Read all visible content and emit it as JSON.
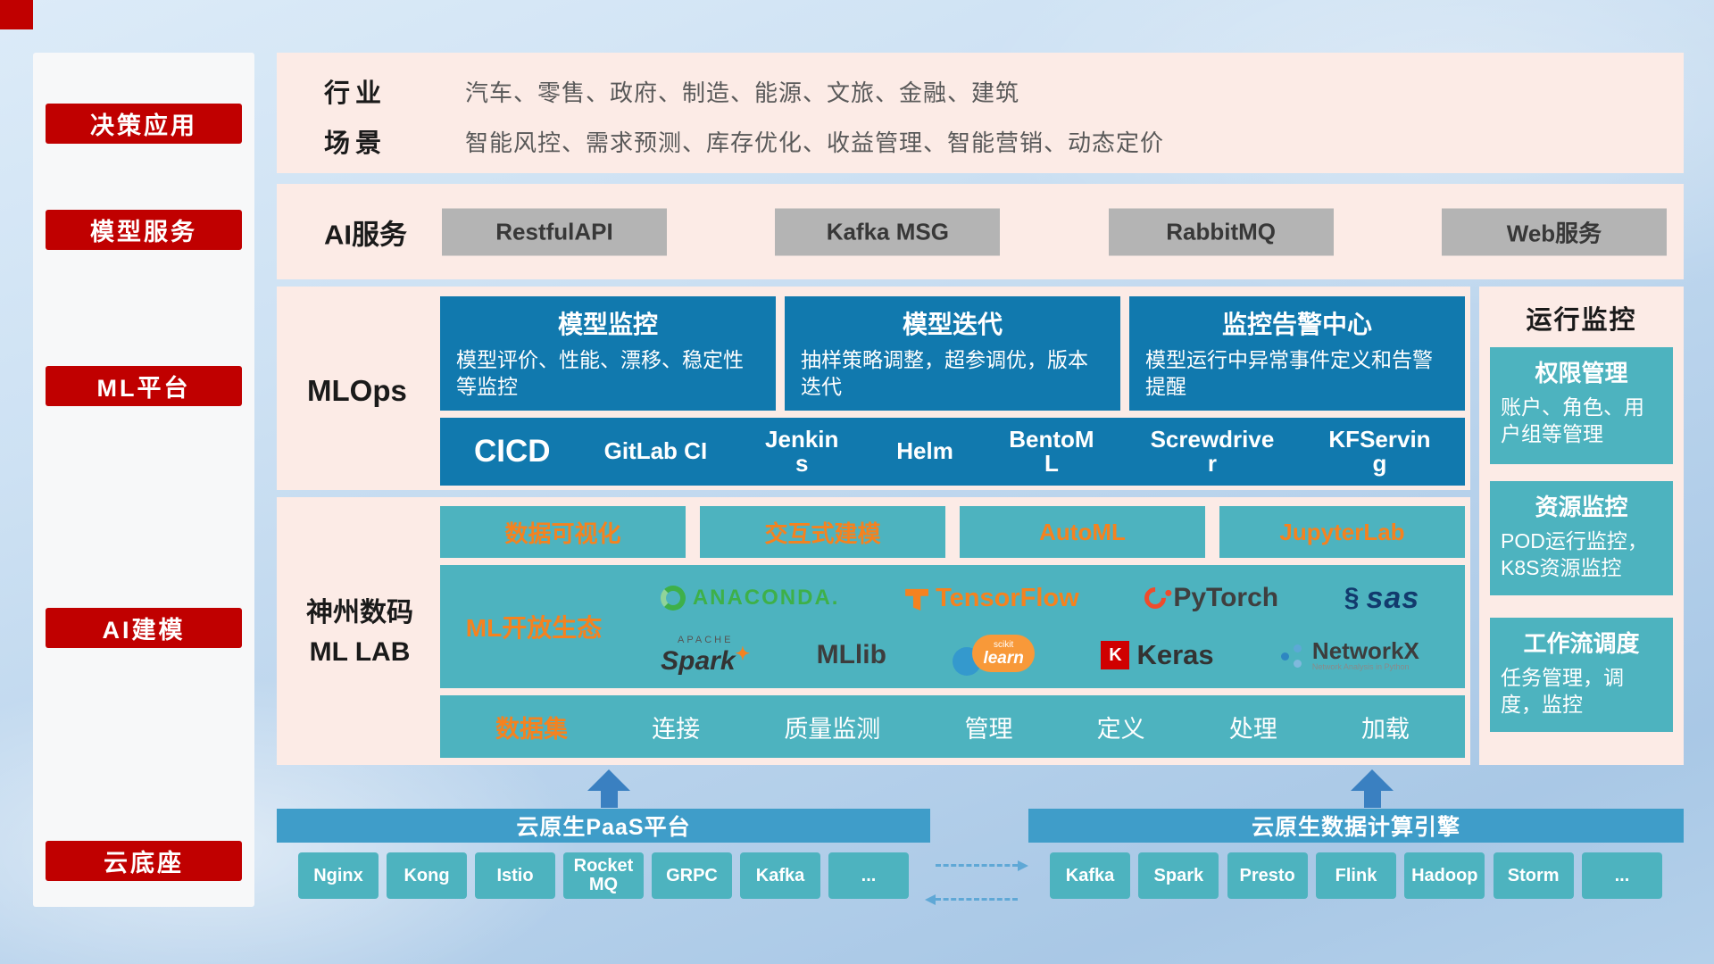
{
  "sidebar": {
    "items": [
      "决策应用",
      "模型服务",
      "ML平台",
      "AI建模",
      "云底座"
    ]
  },
  "top_row": {
    "industry_label": "行业",
    "industry_value": "汽车、零售、政府、制造、能源、文旅、金融、建筑",
    "scene_label": "场景",
    "scene_value": "智能风控、需求预测、库存优化、收益管理、智能营销、动态定价"
  },
  "ai_service": {
    "label": "AI服务",
    "items": [
      "RestfulAPI",
      "Kafka MSG",
      "RabbitMQ",
      "Web服务"
    ]
  },
  "mlops": {
    "label": "MLOps",
    "cards": [
      {
        "title": "模型监控",
        "desc": "模型评价、性能、漂移、稳定性等监控"
      },
      {
        "title": "模型迭代",
        "desc": "抽样策略调整，超参调优，版本迭代"
      },
      {
        "title": "监控告警中心",
        "desc": "模型运行中异常事件定义和告警提醒"
      }
    ],
    "cicd_label": "CICD",
    "cicd_tools": [
      "GitLab CI",
      "Jenkins",
      "Helm",
      "BentoML",
      "Screwdriver",
      "KFServing"
    ]
  },
  "mllab": {
    "label_line1": "神州数码",
    "label_line2": "ML LAB",
    "tools": [
      "数据可视化",
      "交互式建模",
      "AutoML",
      "JupyterLab"
    ],
    "ecosystem_label": "ML开放生态",
    "logos": {
      "anaconda": "ANACONDA.",
      "tensorflow": "TensorFlow",
      "pytorch": "PyTorch",
      "sas": "sas",
      "spark_brand": "APACHE",
      "spark": "Spark",
      "mllib": "MLlib",
      "sklearn_line1": "scikit",
      "sklearn_line2": "learn",
      "keras_initial": "K",
      "keras": "Keras",
      "networkx": "NetworkX",
      "networkx_sub": "Network Analysis in Python"
    },
    "data_label": "数据集",
    "data_items": [
      "连接",
      "质量监测",
      "管理",
      "定义",
      "处理",
      "加载"
    ]
  },
  "monitoring": {
    "title": "运行监控",
    "cards": [
      {
        "title": "权限管理",
        "desc": "账户、角色、用户组等管理"
      },
      {
        "title": "资源监控",
        "desc": "POD运行监控，K8S资源监控"
      },
      {
        "title": "工作流调度",
        "desc": "任务管理，调度，监控"
      }
    ]
  },
  "foundation": {
    "paas_title": "云原生PaaS平台",
    "paas_items": [
      "Nginx",
      "Kong",
      "Istio",
      "RocketMQ",
      "GRPC",
      "Kafka",
      "..."
    ],
    "engine_title": "云原生数据计算引擎",
    "engine_items": [
      "Kafka",
      "Spark",
      "Presto",
      "Flink",
      "Hadoop",
      "Storm",
      "..."
    ]
  },
  "colors": {
    "red": "#c00000",
    "panel_pink": "#fcebe6",
    "card_blue": "#1179ae",
    "teal": "#4db3bf",
    "bar_blue": "#3f9dc9",
    "orange_accent": "#f5821f",
    "gray_button": "#b4b4b4"
  }
}
